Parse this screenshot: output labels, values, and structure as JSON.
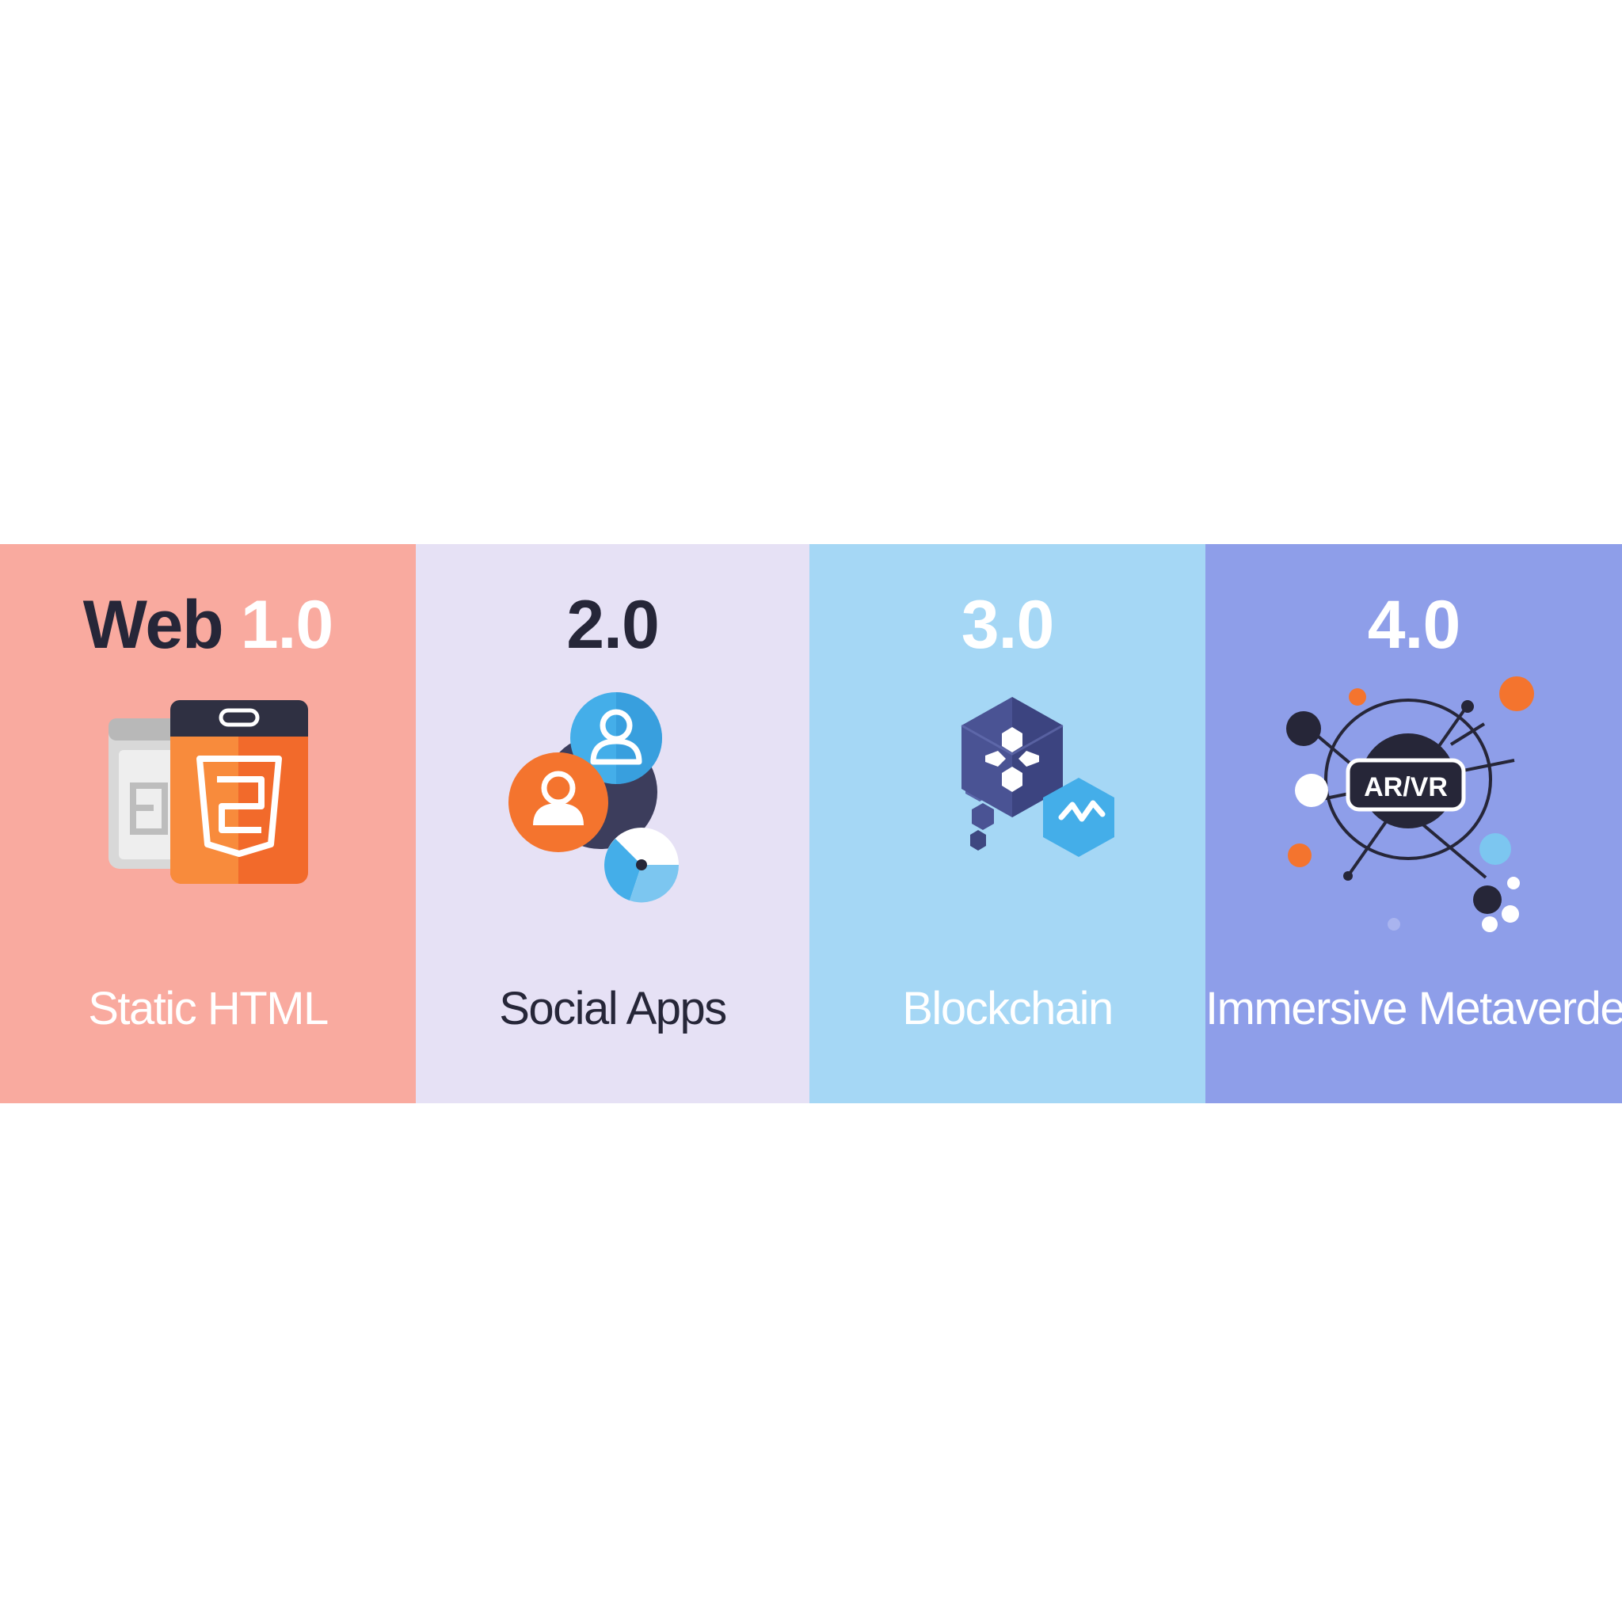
{
  "colors": {
    "panel_1": "#f9aa9f",
    "panel_2": "#e6e1f5",
    "panel_3": "#a5d7f5",
    "panel_4": "#8e9ee9",
    "dark_text": "#262638",
    "light_text": "#ffffff",
    "accent_orange": "#f4742e",
    "accent_blue": "#44aee9",
    "navy": "#4a5394"
  },
  "panels": [
    {
      "heading_prefix": "Web",
      "heading": "1.0",
      "icon": "html-file-icon",
      "caption": "Static HTML"
    },
    {
      "heading": "2.0",
      "icon": "social-users-icon",
      "caption": "Social Apps"
    },
    {
      "heading": "3.0",
      "icon": "blockchain-hexagon-icon",
      "caption": "Blockchain"
    },
    {
      "heading": "4.0",
      "icon": "ar-vr-network-icon",
      "icon_label": "AR/VR",
      "caption": "Immersive Metaverde"
    }
  ]
}
